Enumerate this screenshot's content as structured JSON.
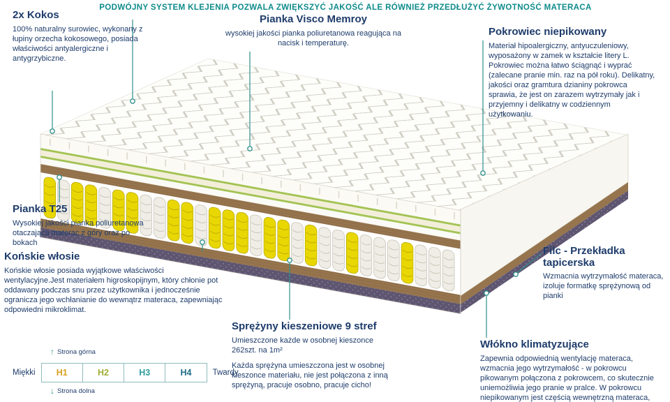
{
  "header": {
    "title": "PODWÓJNY SYSTEM KLEJENIA POZWALA ZWIĘKSZYĆ JAKOŚĆ ALE RÓWNIEŻ PRZEDŁUŻYĆ ŻYWOTNOŚĆ MATERACA"
  },
  "sections": {
    "kokos": {
      "title": "2x Kokos",
      "body": "100% naturalny surowiec, wykonany z łupiny orzecha kokosowego, posiada właściwości antyalergiczne i antygrzybiczne."
    },
    "visco": {
      "title": "Pianka Visco Memroy",
      "body": "wysokiej jakości pianka poliuretanowa reagująca na nacisk i temperaturę."
    },
    "pokrowiec": {
      "title": "Pokrowiec niepikowany",
      "body": "Materiał hipoalergiczny, antyuczuleniowy, wyposażony w zamek w kształcie litery L. Pokrowiec można łatwo ściągnąć i wyprać (zalecane pranie min. raz na pół roku). Delikatny, jakości oraz gramtura dzianiny pokrowca sprawia, że jest on zarazem wytrzymały jak i przyjemny i delikatny w codziennym użytkowaniu."
    },
    "t25": {
      "title": "Pianka T25",
      "body": "Wysokiej jakości pianka poliuretanowa otaczająca materac z góry oraz po bokach"
    },
    "wlosie": {
      "title": "Końskie włosie",
      "body": "Końskie włosie posiada wyjątkowe właściwości wentylacyjne.Jest materiałem higroskopijnym, który chłonie pot oddawany podczas snu przez użytkownika i jednocześnie ogranicza jego wchłanianie do wewnątrz materaca, zapewniając odpowiedni mikroklimat."
    },
    "filc": {
      "title": "Filc - Przekładka tapicerska",
      "body": "Wzmacnia wytrzymałość materaca, izoluje formatkę sprężynową od pianki"
    },
    "wlokno": {
      "title": "Włókno klimatyzujące",
      "body": "Zapewnia odpowiednią wentylację materaca, wzmacnia jego wytrzymałość - w pokrowcu pikowanym połączona z pokrowcem, co skutecznie uniemożliwia jego pranie w pralce. W pokrowcu niepikowanym jest częścią wewnętrzną materaca, co pozwala na pranie pokrowca w pralce."
    },
    "sprezyny": {
      "title": "Sprężyny kieszeniowe 9 stref",
      "body1": "Umieszczone każde w osobnej kieszonce 262szt. na 1m²",
      "body2": "Każda sprężyna umieszczona jest w osobnej kieszonce materiału, nie jest połączona z inną sprężyną, pracuje osobno, pracuje cicho!"
    }
  },
  "scale": {
    "top": "Strona górna",
    "bottom": "Strona dolna",
    "soft": "Miękki",
    "hard": "Twardy",
    "levels": [
      "H1",
      "H2",
      "H3",
      "H4"
    ],
    "level_colors": [
      "#d99f1e",
      "#9fae32",
      "#2f9e9e",
      "#1d6d86"
    ]
  },
  "colors": {
    "header_teal": "#0f8b8b",
    "text_navy": "#1e3c6b",
    "leader_teal": "#2f8f8c"
  },
  "illustration": {
    "spring_pattern": "ywyywyywwyywyyywyywywwywwwywww",
    "colors": {
      "spring_yellow": "#e9d703",
      "spring_yellow_line": "#b9a900",
      "spring_white": "#efede5",
      "spring_white_line": "#c6c2b4",
      "coconut_brown": "#96754e",
      "bottom_purple": "#5e5570",
      "foam_green": "#a3c353",
      "deck_white": "#fdfdfa"
    }
  }
}
